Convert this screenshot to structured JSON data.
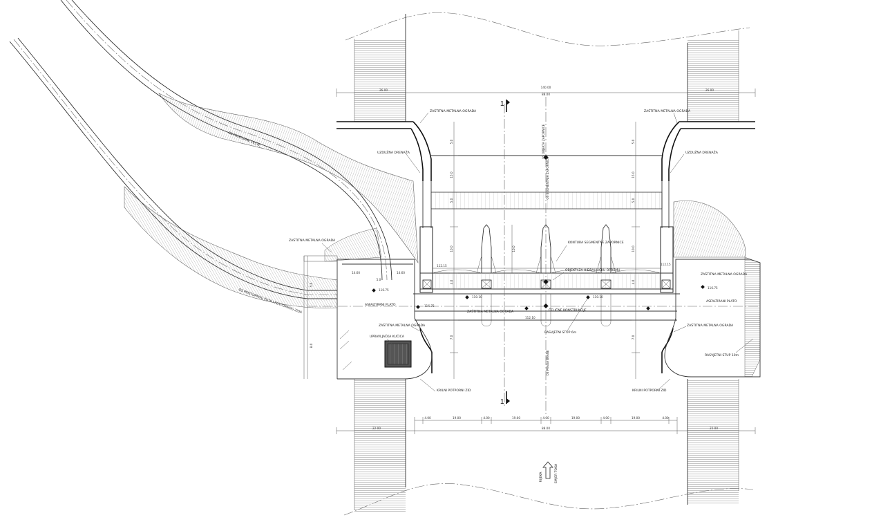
{
  "dimensions": {
    "total_width": "140.00",
    "left_bank": "26.00",
    "river_width": "88.00",
    "right_bank": "26.00",
    "bottom_left": "22.00",
    "bottom_center": "88.00",
    "bottom_right": "22.00",
    "pier": "4.00",
    "opening": "19.00",
    "vertical_top": "5.0",
    "vertical_mid": "15.0",
    "vertical_lower": "5.0",
    "vertical_weir": "10.0",
    "vertical_bridge": "4.0",
    "vertical_bottom": "7.0",
    "road_width_left": "14.60",
    "road_width_right": "14.60",
    "road_gap": "5.0",
    "deck_width": "8.0"
  },
  "elevations": {
    "plateau_left": "116.75",
    "plateau_right": "116.75",
    "deck": "116.75",
    "pier_top": "112.15",
    "deck_low": "110.10",
    "deck_mid": "112.10"
  },
  "labels": {
    "guard_rail_tl": "ZAŠTITNA METALNA OGRADA",
    "guard_rail_tr": "ZAŠTITNA METALNA OGRADA",
    "drain_left": "UZDUŽNA DRENAŽA",
    "drain_right": "UZDUŽNA DRENAŽA",
    "guard_rail_left": "ZAŠTITNA METALNA OGRADA",
    "guard_rail_right": "ZAŠTITNA METALNA OGRADA",
    "guard_rail_ml": "ZAŠTITNA METALNA OGRADA",
    "guard_rail_mr": "ZAŠTITNA METALNA OGRADA",
    "guard_rail_center": "ZAŠTITNA METALNA OGRADA",
    "asphalt_left": "ASFALTIRANI PLATO",
    "asphalt_right": "ASFALTIRANI PLATO",
    "control_house": "UPRAVLJAČKA KUĆICA",
    "gate_contour": "KONTURA SEGMENTNE ZAPORNICE",
    "lifting_device": "OBJEKTI ZA HIDRAULIČKU OPREMU",
    "steel_structure": "ČELIČNE KONSTRUKCIJE",
    "lamp_center": "RASVJETNI STUP 6m",
    "lamp_right": "RASVJETNI STUP 10m",
    "wing_wall_left": "KRILNI POTPORNI ZID",
    "wing_wall_right": "KRILNI POTPORNI ZID",
    "axis_upper": "OS OBJEKTA ZAPORNICE",
    "axis_mid": "OS SEGMENTNIH ZAPORNICA",
    "axis_lower": "OS PRAGA BRANE",
    "road_label_upper": "OS PRISTUPNE CESTE",
    "road_label_lower": "OS PRISTUPNOG PUTA I POTPORNOG ZIDA",
    "flow_label": "SMJER TOKA",
    "flow_label2": "RIJEKA",
    "section_top": "1",
    "section_bottom": "1"
  },
  "colors": {
    "line": "#333333",
    "hatch": "#8a8a8a",
    "background": "#ffffff"
  }
}
